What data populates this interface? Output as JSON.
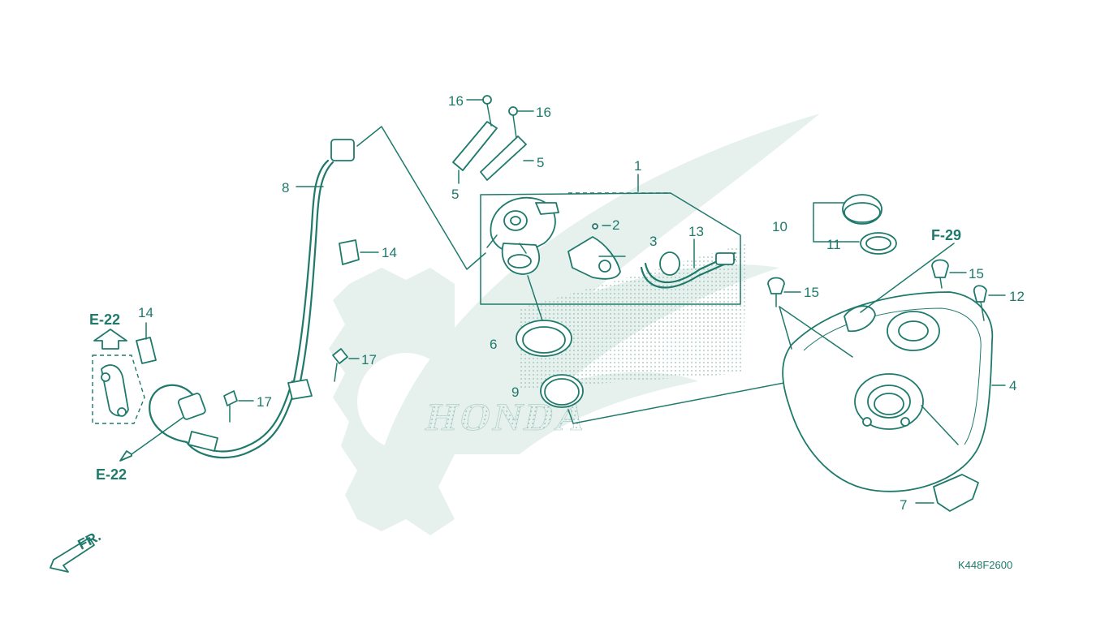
{
  "callouts": [
    {
      "id": "1",
      "text": "1"
    },
    {
      "id": "2",
      "text": "2"
    },
    {
      "id": "3",
      "text": "3"
    },
    {
      "id": "4",
      "text": "4"
    },
    {
      "id": "5a",
      "text": "5"
    },
    {
      "id": "5b",
      "text": "5"
    },
    {
      "id": "6",
      "text": "6"
    },
    {
      "id": "7",
      "text": "7"
    },
    {
      "id": "8",
      "text": "8"
    },
    {
      "id": "9",
      "text": "9"
    },
    {
      "id": "10",
      "text": "10"
    },
    {
      "id": "11",
      "text": "11"
    },
    {
      "id": "12",
      "text": "12"
    },
    {
      "id": "13",
      "text": "13"
    },
    {
      "id": "14a",
      "text": "14"
    },
    {
      "id": "14b",
      "text": "14"
    },
    {
      "id": "15a",
      "text": "15"
    },
    {
      "id": "15b",
      "text": "15"
    },
    {
      "id": "16a",
      "text": "16"
    },
    {
      "id": "16b",
      "text": "16"
    },
    {
      "id": "17a",
      "text": "17"
    },
    {
      "id": "17b",
      "text": "17"
    }
  ],
  "references": {
    "e22_top": "E-22",
    "e22_bottom": "E-22",
    "f29": "F-29"
  },
  "front_marker": "FR.",
  "diagram_code": "K448F2600",
  "watermark_text": "HONDA",
  "colors": {
    "line": "#1f7a6c",
    "watermark": "#e6f1ee"
  }
}
